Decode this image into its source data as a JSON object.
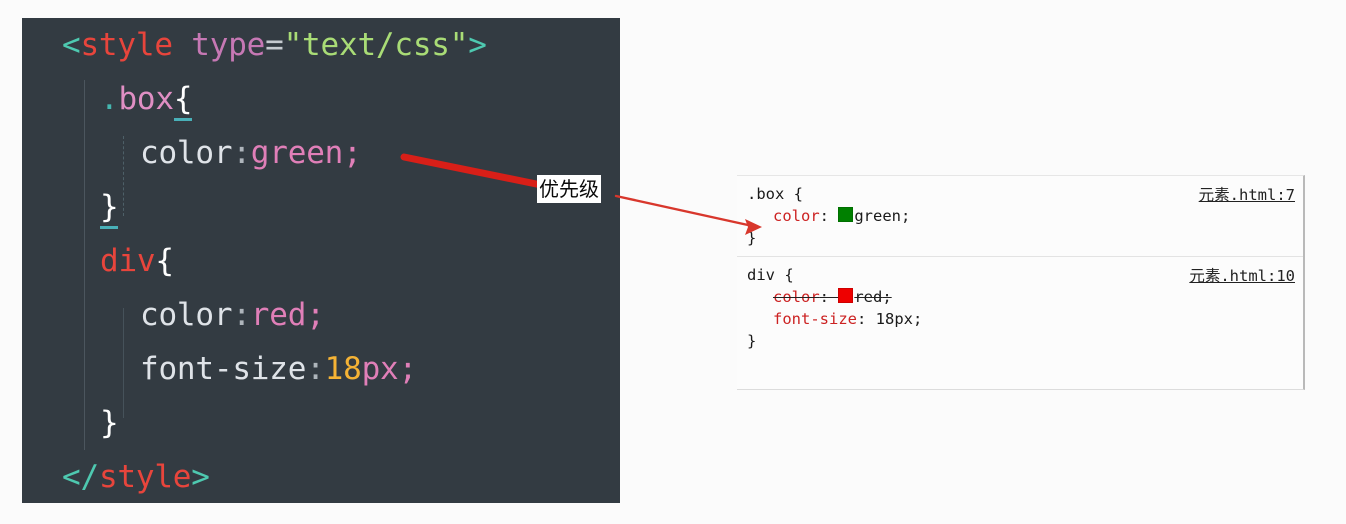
{
  "editor": {
    "name": "code-editor",
    "background": "#333b42",
    "language": "html-css",
    "lines": [
      {
        "indent": 0,
        "tokens": [
          {
            "cls": "t-punct",
            "text": "<"
          },
          {
            "cls": "t-tag",
            "text": "style"
          },
          {
            "cls": "t-prop",
            "text": " "
          },
          {
            "cls": "t-attr",
            "text": "type"
          },
          {
            "cls": "t-eq",
            "text": "="
          },
          {
            "cls": "t-str",
            "text": "\"text/css\""
          },
          {
            "cls": "t-punct",
            "text": ">"
          }
        ]
      },
      {
        "indent": 1,
        "tokens": [
          {
            "cls": "t-dot",
            "text": "."
          },
          {
            "cls": "t-class",
            "text": "box"
          },
          {
            "cls": "t-brace brace-hl",
            "text": "{"
          }
        ]
      },
      {
        "indent": 2,
        "tokens": [
          {
            "cls": "t-prop",
            "text": "color"
          },
          {
            "cls": "t-colon",
            "text": ":"
          },
          {
            "cls": "t-value",
            "text": "green"
          },
          {
            "cls": "t-semi",
            "text": ";"
          }
        ]
      },
      {
        "indent": 1,
        "tokens": [
          {
            "cls": "t-brace brace-hl",
            "text": "}"
          }
        ]
      },
      {
        "indent": 1,
        "tokens": [
          {
            "cls": "t-el",
            "text": "div"
          },
          {
            "cls": "t-brace",
            "text": "{"
          }
        ]
      },
      {
        "indent": 2,
        "tokens": [
          {
            "cls": "t-prop",
            "text": "color"
          },
          {
            "cls": "t-colon",
            "text": ":"
          },
          {
            "cls": "t-value",
            "text": "red"
          },
          {
            "cls": "t-semi",
            "text": ";"
          }
        ]
      },
      {
        "indent": 2,
        "tokens": [
          {
            "cls": "t-prop",
            "text": "font-size"
          },
          {
            "cls": "t-colon",
            "text": ":"
          },
          {
            "cls": "t-num",
            "text": "18"
          },
          {
            "cls": "t-unit",
            "text": "px"
          },
          {
            "cls": "t-semi",
            "text": ";"
          }
        ]
      },
      {
        "indent": 1,
        "tokens": [
          {
            "cls": "t-brace",
            "text": "}"
          }
        ]
      },
      {
        "indent": 0,
        "tokens": [
          {
            "cls": "t-punct",
            "text": "</"
          },
          {
            "cls": "t-tag",
            "text": "style"
          },
          {
            "cls": "t-punct",
            "text": ">"
          }
        ]
      }
    ]
  },
  "devtools": {
    "name": "styles-pane",
    "rules": [
      {
        "selector": ".box {",
        "close": "}",
        "source": "元素.html:7",
        "declarations": [
          {
            "property": "color",
            "separator": ": ",
            "value": "green",
            "terminator": ";",
            "swatch": "#008000",
            "overridden": false,
            "arrow": true
          }
        ]
      },
      {
        "selector": "div {",
        "close": "}",
        "source": "元素.html:10",
        "declarations": [
          {
            "property": "color",
            "separator": ": ",
            "value": "red",
            "terminator": ";",
            "swatch": "#ee0000",
            "overridden": true,
            "arrow": false
          },
          {
            "property": "font-size",
            "separator": ": ",
            "value": "18px",
            "terminator": ";",
            "swatch": null,
            "overridden": false,
            "arrow": false
          }
        ]
      }
    ]
  },
  "annotation": {
    "label": "优先级",
    "color": "#d81f18",
    "thin_color": "#d8372c"
  }
}
